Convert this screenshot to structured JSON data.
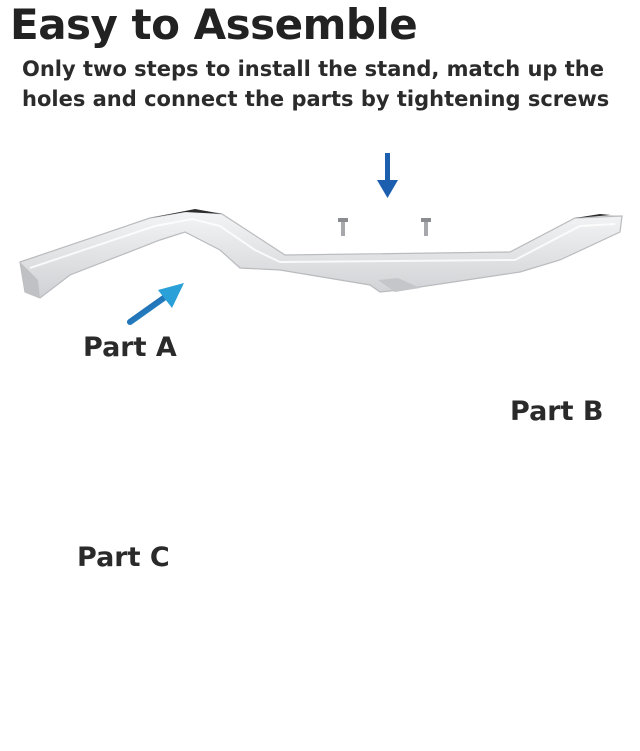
{
  "heading": {
    "title": "Easy to Assemble",
    "subtitle": "Only two steps to install the stand, match up the holes and connect the parts by tightening screws"
  },
  "parts": {
    "a": "Part A",
    "b": "Part B",
    "c": "Part C"
  },
  "colors": {
    "arrow": "#1b5fae",
    "arrow_light": "#2f8fd1",
    "metal": "#e9eaec",
    "metal_shadow": "#c9cbcf",
    "text": "#222222"
  }
}
